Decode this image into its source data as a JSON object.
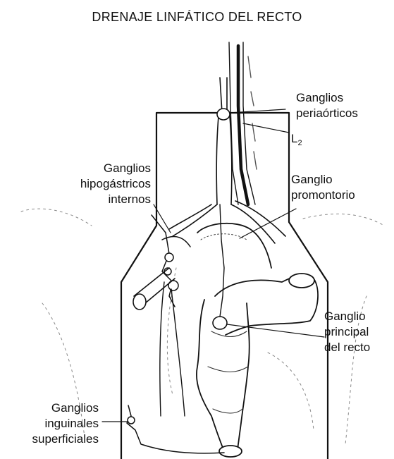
{
  "title": "DRENAJE LINFÁTICO DEL RECTO",
  "labels": {
    "periaorticos": [
      "Ganglios",
      "periaórticos"
    ],
    "l2": {
      "main": "L",
      "sub": "2"
    },
    "hipogastricos": [
      "Ganglios",
      "hipogástricos",
      "internos"
    ],
    "promontorio": [
      "Ganglio",
      "promontorio"
    ],
    "principal": [
      "Ganglio",
      "principal",
      "del recto"
    ],
    "inguinales": [
      "Ganglios",
      "inguinales",
      "superficiales"
    ]
  }
}
